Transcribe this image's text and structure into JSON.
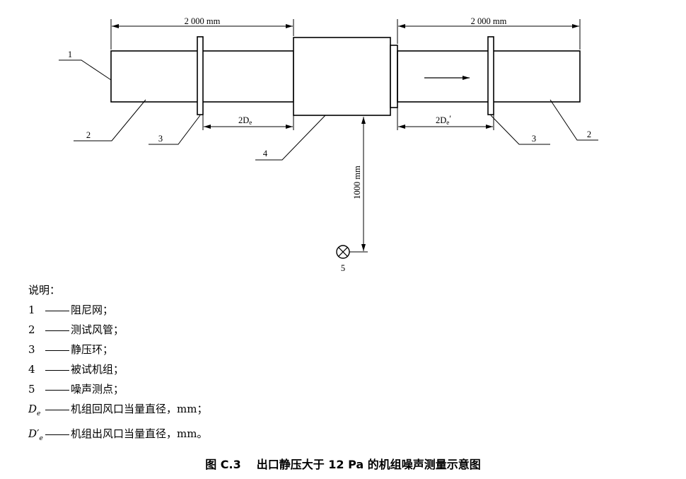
{
  "dimensions": {
    "left_length": "2 000 mm",
    "right_length": "2 000 mm",
    "left_ring_distance": "2D",
    "left_ring_sub": "e",
    "right_ring_distance": "2D",
    "right_ring_sub": "e",
    "right_ring_prime": "′",
    "mic_distance": "1000 mm"
  },
  "callouts": {
    "c1": "1",
    "c2_left": "2",
    "c3_left": "3",
    "c4": "4",
    "c5": "5",
    "c3_right": "3",
    "c2_right": "2"
  },
  "legend": {
    "title": "说明：",
    "items": [
      {
        "key": "1",
        "text": "阻尼网；"
      },
      {
        "key": "2",
        "text": "测试风管；"
      },
      {
        "key": "3",
        "text": "静压环；"
      },
      {
        "key": "4",
        "text": "被试机组；"
      },
      {
        "key": "5",
        "text": "噪声测点；"
      }
    ],
    "de": {
      "sym": "D",
      "sub": "e",
      "text": "机组回风口当量直径，mm；"
    },
    "de_prime": {
      "sym": "D",
      "prime": "′",
      "sub": "e",
      "text": "机组出风口当量直径，mm。"
    }
  },
  "caption": {
    "label": "图 C.3",
    "text": "出口静压大于 12 Pa 的机组噪声测量示意图"
  }
}
